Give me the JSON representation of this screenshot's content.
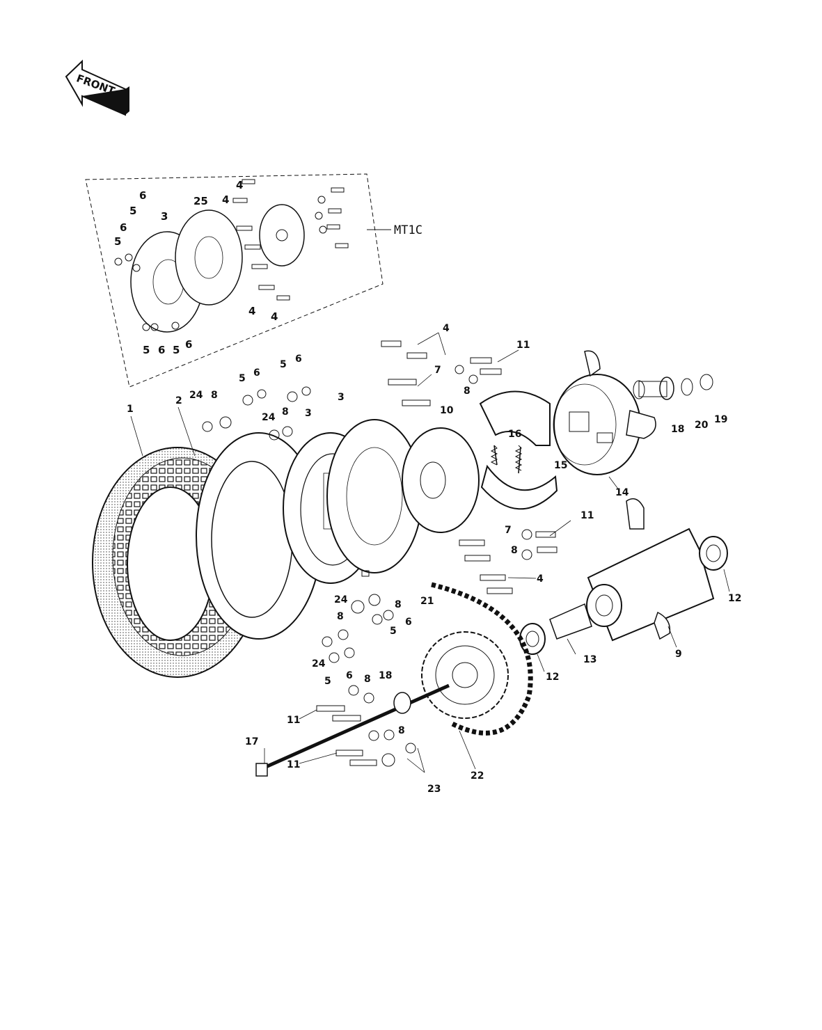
{
  "front_badge": {
    "label": "FRONT"
  },
  "inset": {
    "label": "MT1C"
  },
  "inset_callouts": [
    "4",
    "4",
    "25",
    "6",
    "5",
    "6",
    "5",
    "3",
    "4",
    "4",
    "5",
    "6",
    "5",
    "6"
  ],
  "callouts": {
    "c1": "1",
    "c2": "2",
    "c24a": "24",
    "c8a": "8",
    "c5a": "5",
    "c6a": "6",
    "c5b": "5",
    "c6b": "6",
    "c24b": "24",
    "c8b": "8",
    "c3a": "3",
    "c3b": "3",
    "c4a": "4",
    "c7a": "7",
    "c8c": "8",
    "c11a": "11",
    "c10": "10",
    "c16": "16",
    "c15": "15",
    "c14": "14",
    "c18": "18",
    "c20": "20",
    "c19": "19",
    "c7b": "7",
    "c8d": "8",
    "c11b": "11",
    "c4b": "4",
    "c12a": "12",
    "c12b": "12",
    "c13": "13",
    "c9": "9",
    "c24c": "24",
    "c8e": "8",
    "c5c": "5",
    "c6c": "6",
    "c8f": "8",
    "c24d": "24",
    "c5d": "5",
    "c6d": "6",
    "c21": "21",
    "c8g": "8",
    "c18b": "18",
    "c11c": "11",
    "c17": "17",
    "c8h": "8",
    "c11d": "11",
    "c22": "22",
    "c23": "23"
  }
}
